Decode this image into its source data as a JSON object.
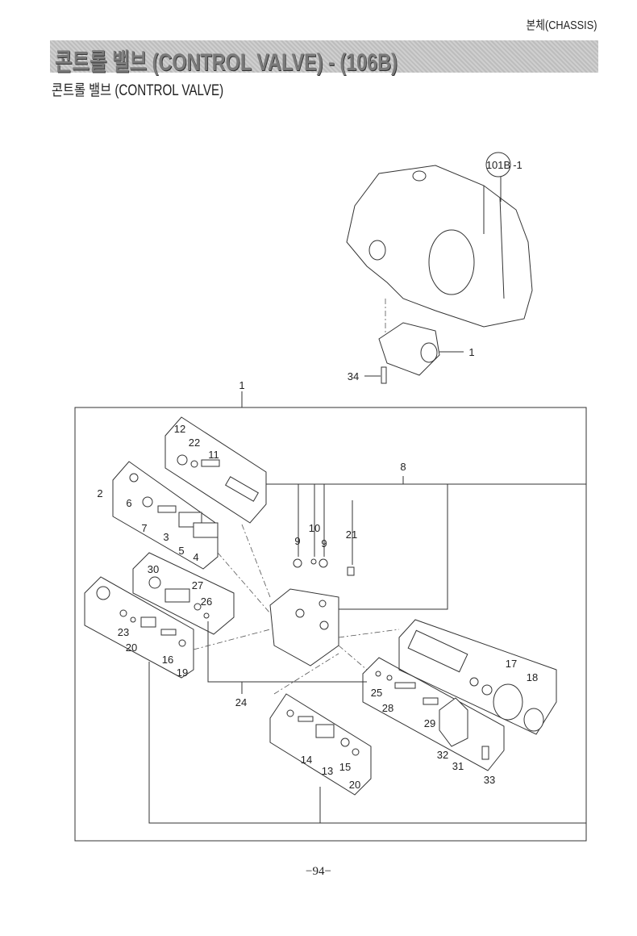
{
  "header": {
    "section": "본체(CHASSIS)",
    "title": "콘트롤 밸브 (CONTROL VALVE) - (106B)",
    "subtitle": "콘트롤 밸브 (CONTROL VALVE)"
  },
  "diagram": {
    "reference_circle": "101B",
    "reference_suffix": "-1",
    "callouts": [
      "1",
      "34",
      "1",
      "12",
      "22",
      "11",
      "8",
      "2",
      "6",
      "7",
      "3",
      "5",
      "4",
      "9",
      "10",
      "9",
      "21",
      "30",
      "27",
      "26",
      "23",
      "20",
      "16",
      "19",
      "17",
      "18",
      "25",
      "28",
      "24",
      "29",
      "14",
      "13",
      "15",
      "20",
      "32",
      "31",
      "33"
    ]
  },
  "footer": {
    "page_number": "−94−"
  }
}
